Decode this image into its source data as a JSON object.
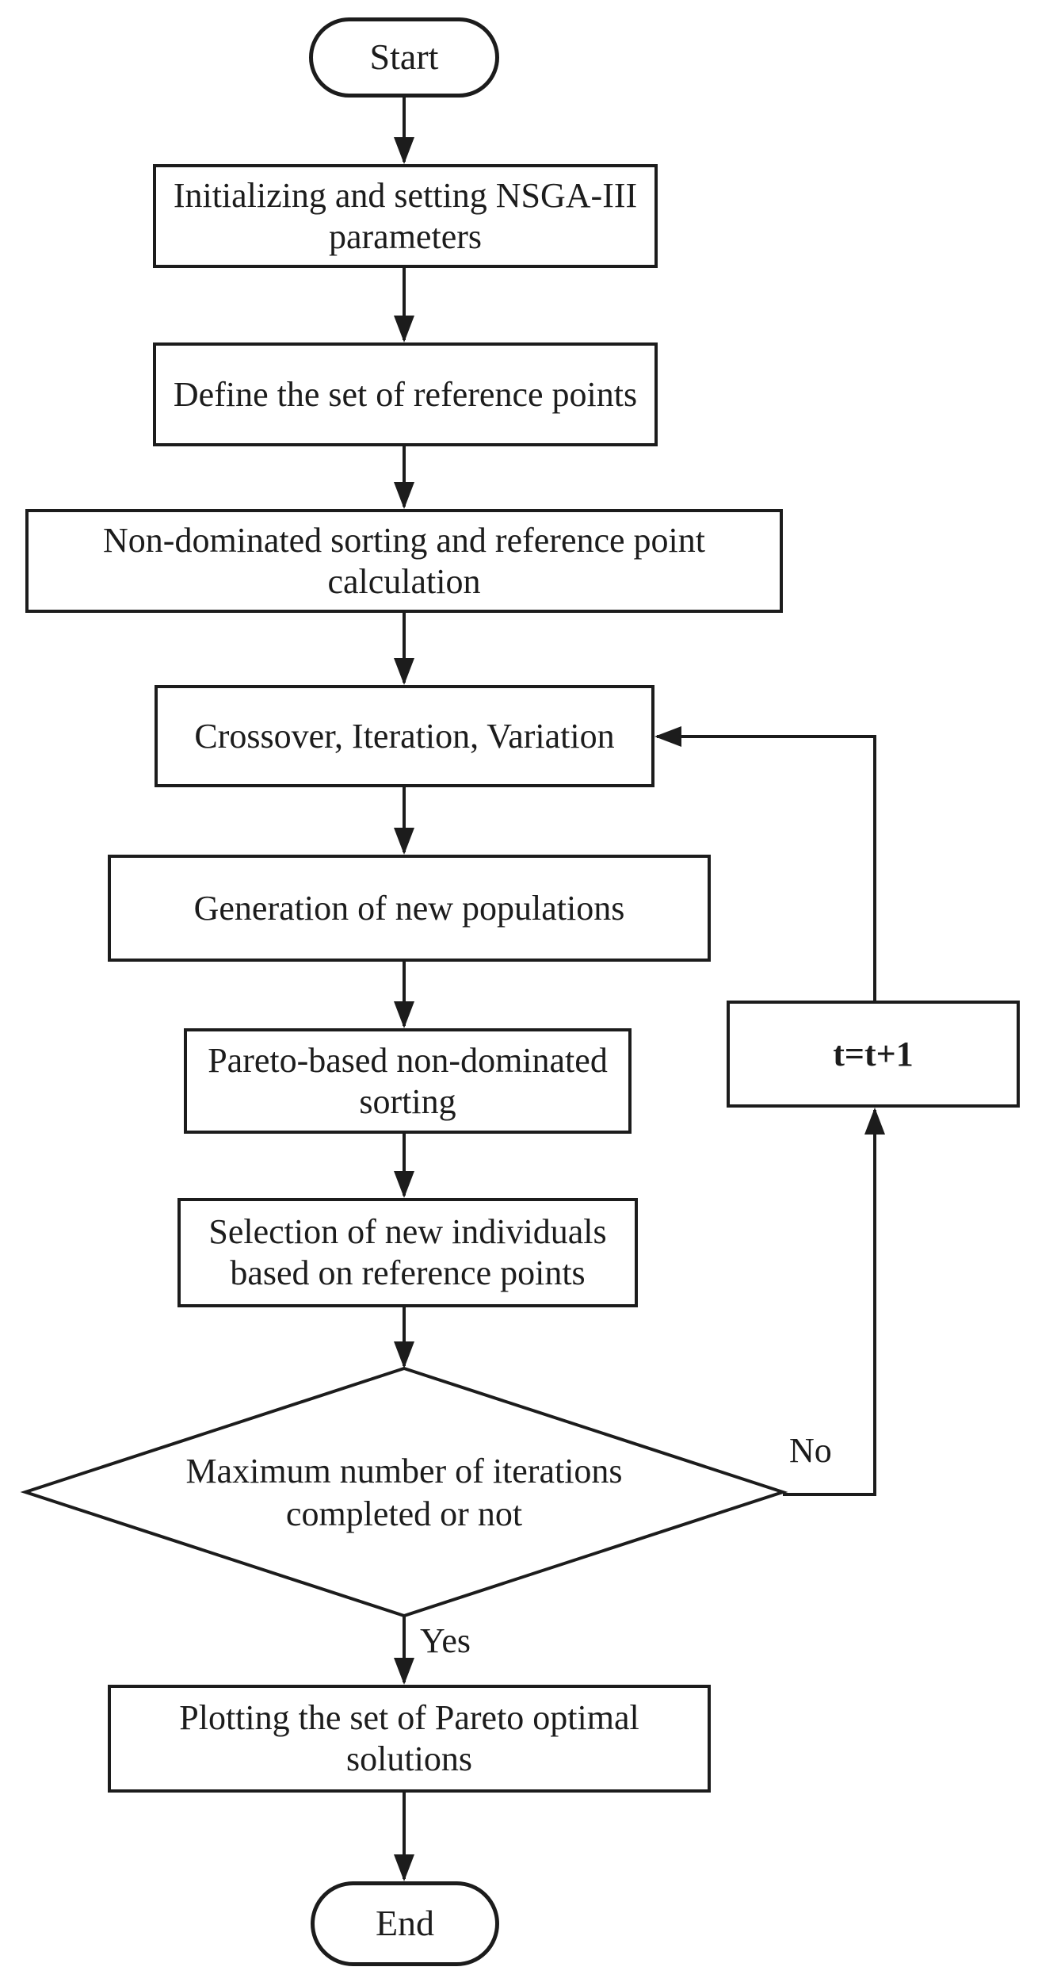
{
  "diagram": {
    "background": "#ffffff",
    "stroke_color": "#1c1c1c",
    "nodes": {
      "start": "Start",
      "init": "Initializing and setting NSGA-III parameters",
      "define_refs": "Define the set of reference points",
      "nondominated_sort": "Non-dominated sorting and reference point calculation",
      "crossover": "Crossover, Iteration, Variation",
      "generation": "Generation of new populations",
      "pareto_sort": "Pareto-based non-dominated sorting",
      "selection": "Selection of new individuals based on reference points",
      "decision": "Maximum number of iterations completed or not",
      "increment": "t=t+1",
      "plotting": "Plotting the set of Pareto optimal solutions",
      "end": "End"
    },
    "edge_labels": {
      "no": "No",
      "yes": "Yes"
    }
  }
}
